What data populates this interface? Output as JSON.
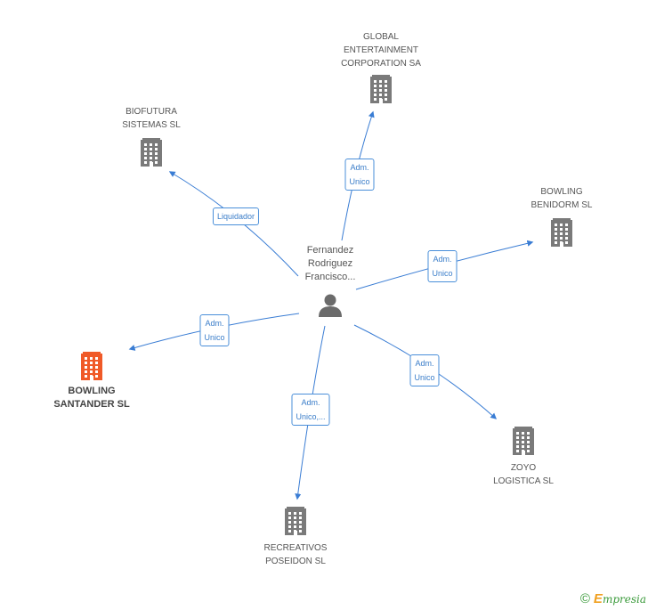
{
  "person": {
    "name": "Fernandez\nRodriguez\nFrancisco..."
  },
  "companies": [
    {
      "id": "global",
      "label": "GLOBAL\nENTERTAINMENT\nCORPORATION SA",
      "color": "#7a7a7a",
      "primary": false
    },
    {
      "id": "biofutura",
      "label": "BIOFUTURA\nSISTEMAS SL",
      "color": "#7a7a7a",
      "primary": false
    },
    {
      "id": "benidorm",
      "label": "BOWLING\nBENIDORM SL",
      "color": "#7a7a7a",
      "primary": false
    },
    {
      "id": "santander",
      "label": "BOWLING\nSANTANDER SL",
      "color": "#f05a28",
      "primary": true
    },
    {
      "id": "zoyo",
      "label": "ZOYO\nLOGISTICA  SL",
      "color": "#7a7a7a",
      "primary": false
    },
    {
      "id": "poseidon",
      "label": "RECREATIVOS\nPOSEIDON SL",
      "color": "#7a7a7a",
      "primary": false
    }
  ],
  "relations": [
    {
      "to": "global",
      "role": "Adm.\nUnico"
    },
    {
      "to": "biofutura",
      "role": "Liquidador"
    },
    {
      "to": "benidorm",
      "role": "Adm.\nUnico"
    },
    {
      "to": "santander",
      "role": "Adm.\nUnico"
    },
    {
      "to": "zoyo",
      "role": "Adm.\nUnico"
    },
    {
      "to": "poseidon",
      "role": "Adm.\nUnico,..."
    }
  ],
  "colors": {
    "edge": "#3a7dd4",
    "person": "#6b6b6b",
    "building": "#7a7a7a",
    "highlight": "#f05a28"
  },
  "footer": {
    "copyright": "©",
    "brand_initial": "E",
    "brand_rest": "mpresia"
  }
}
